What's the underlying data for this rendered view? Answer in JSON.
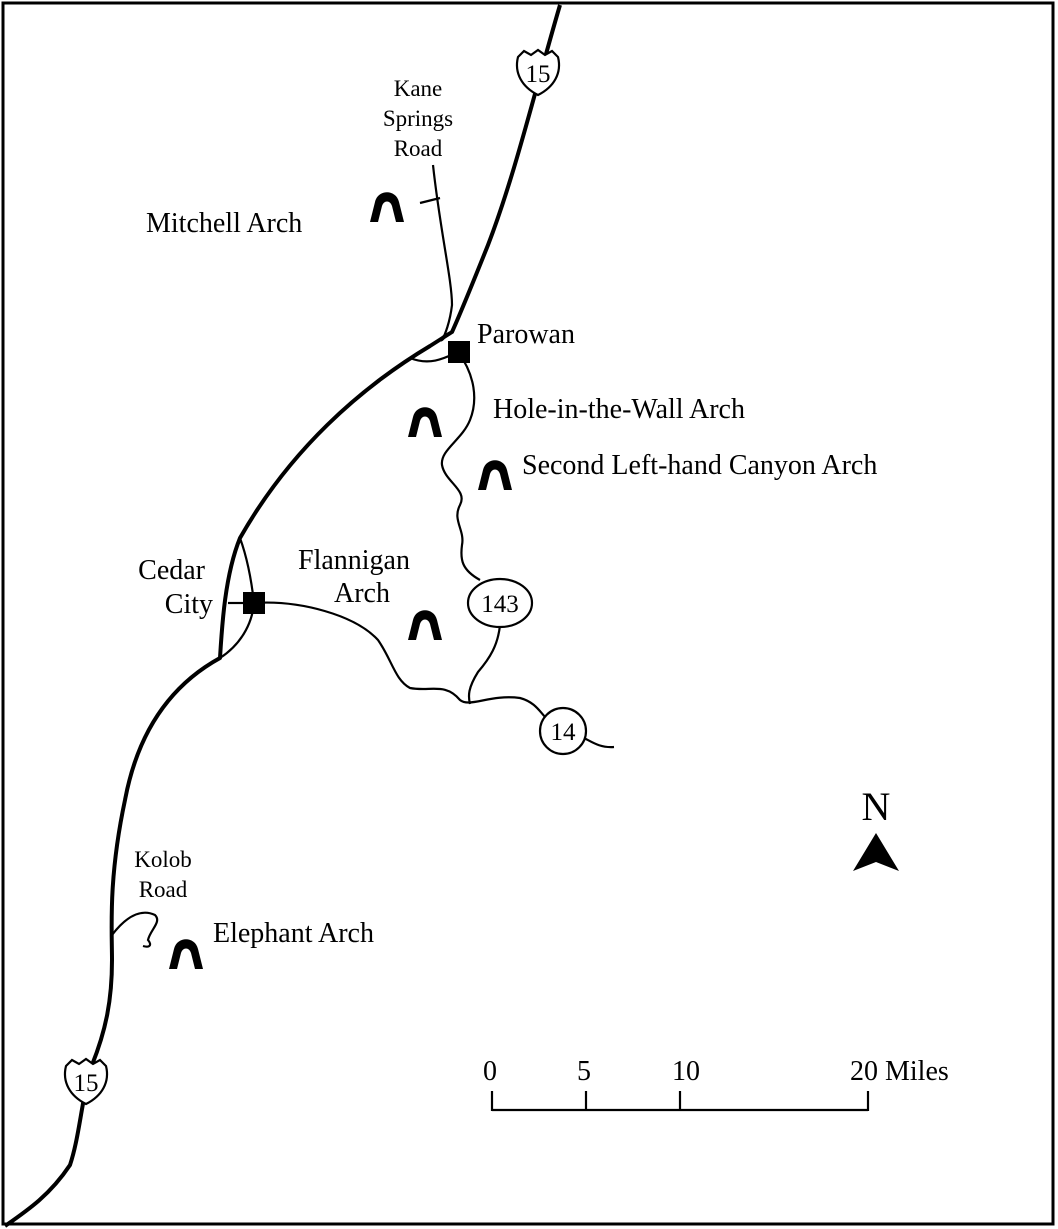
{
  "interstate": {
    "number": "15"
  },
  "routes": {
    "route_143": "143",
    "route_14": "14"
  },
  "towns": {
    "parowan": "Parowan",
    "cedar_city_line1": "Cedar",
    "cedar_city_line2": "City"
  },
  "roads": {
    "kane_springs_line1": "Kane",
    "kane_springs_line2": "Springs",
    "kane_springs_line3": "Road",
    "kolob_line1": "Kolob",
    "kolob_line2": "Road"
  },
  "arches": {
    "mitchell": "Mitchell Arch",
    "hole_in_the_wall": "Hole-in-the-Wall Arch",
    "second_left_hand": "Second Left-hand Canyon Arch",
    "flannigan_line1": "Flannigan",
    "flannigan_line2": "Arch",
    "elephant": "Elephant Arch"
  },
  "north_arrow": {
    "label": "N"
  },
  "scale_bar": {
    "tick_0": "0",
    "tick_5": "5",
    "tick_10": "10",
    "tick_20": "20 Miles"
  },
  "icons": {
    "arch": "arch-icon",
    "town": "town-square-marker",
    "north": "north-arrow-icon"
  }
}
